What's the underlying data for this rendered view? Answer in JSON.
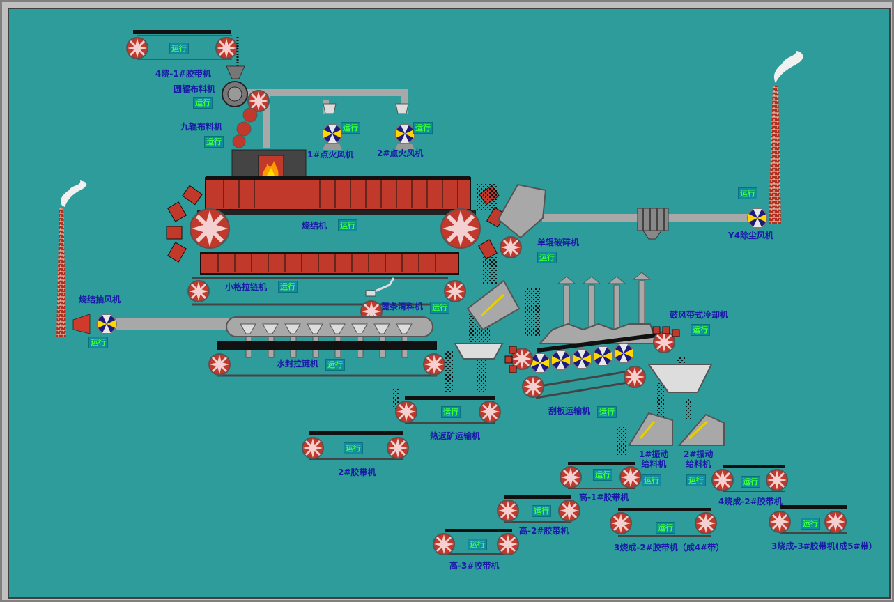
{
  "status": {
    "run": "运行"
  },
  "labels": {
    "belt_4s1": "4烧-1#胶带机",
    "drum_feeder": "圆辊布料机",
    "nine_roller": "九辊布料机",
    "fan1": "1#点火风机",
    "fan2": "2#点火风机",
    "sinter": "烧结机",
    "single_crusher": "单辊破碎机",
    "y4_fan": "Y4除尘风机",
    "small_grate": "小格拉链机",
    "strip_cleaner": "蓖条清料机",
    "exhaust_fan": "烧结抽风机",
    "water_seal": "水封拉链机",
    "cooler": "鼓风带式冷却机",
    "scraper": "刮板运输机",
    "hot_return": "热返矿运输机",
    "belt2": "2#胶带机",
    "vib1": "1#振动\n给料机",
    "vib2": "2#振动\n给料机",
    "gao1": "高-1#胶带机",
    "gao2": "高-2#胶带机",
    "gao3": "高-3#胶带机",
    "s4c2": "4烧成-2#胶带机",
    "s3c2": "3烧成-2#胶带机（成4#带）",
    "s3c3": "3烧成-3#胶带机(成5#带）"
  },
  "colors": {
    "background": "#2f9c9c",
    "equipment_red": "#c0392b",
    "running_text": "#3cff3c",
    "label_text": "#1a1aa8"
  }
}
